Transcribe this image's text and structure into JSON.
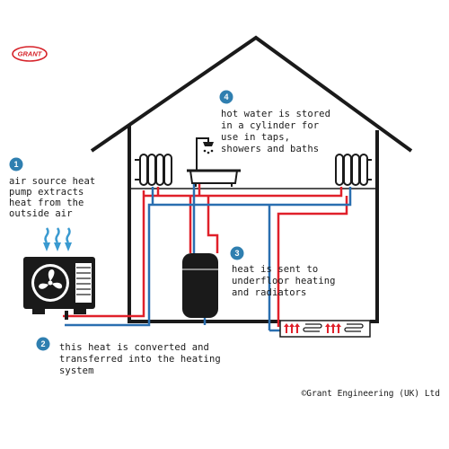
{
  "logo": {
    "text": "GRANT"
  },
  "steps": [
    {
      "number": "1",
      "lines": [
        "air source heat",
        "pump extracts",
        "heat from the",
        "outside air"
      ]
    },
    {
      "number": "2",
      "lines": [
        "this heat is converted and",
        "transferred into the heating",
        "system"
      ]
    },
    {
      "number": "3",
      "lines": [
        "heat is sent to",
        "underfloor heating",
        "and radiators"
      ]
    },
    {
      "number": "4",
      "lines": [
        "hot water is stored",
        "in a cylinder for",
        "use in taps,",
        "showers and baths"
      ]
    }
  ],
  "copyright": "©Grant Engineering (UK) Ltd",
  "colors": {
    "outline": "#1a1a1a",
    "hot_pipe": "#e0202a",
    "cold_pipe": "#2a6fb0",
    "badge": "#2f7fb0",
    "airflow": "#3a9ad0",
    "brand": "#d62128"
  },
  "icons": [
    "grant-logo",
    "house-outline",
    "radiator-icon",
    "bath-shower-icon",
    "air-source-heat-pump-icon",
    "fan-icon",
    "hot-water-cylinder-icon",
    "underfloor-heating-icon",
    "airflow-arrows-icon"
  ]
}
